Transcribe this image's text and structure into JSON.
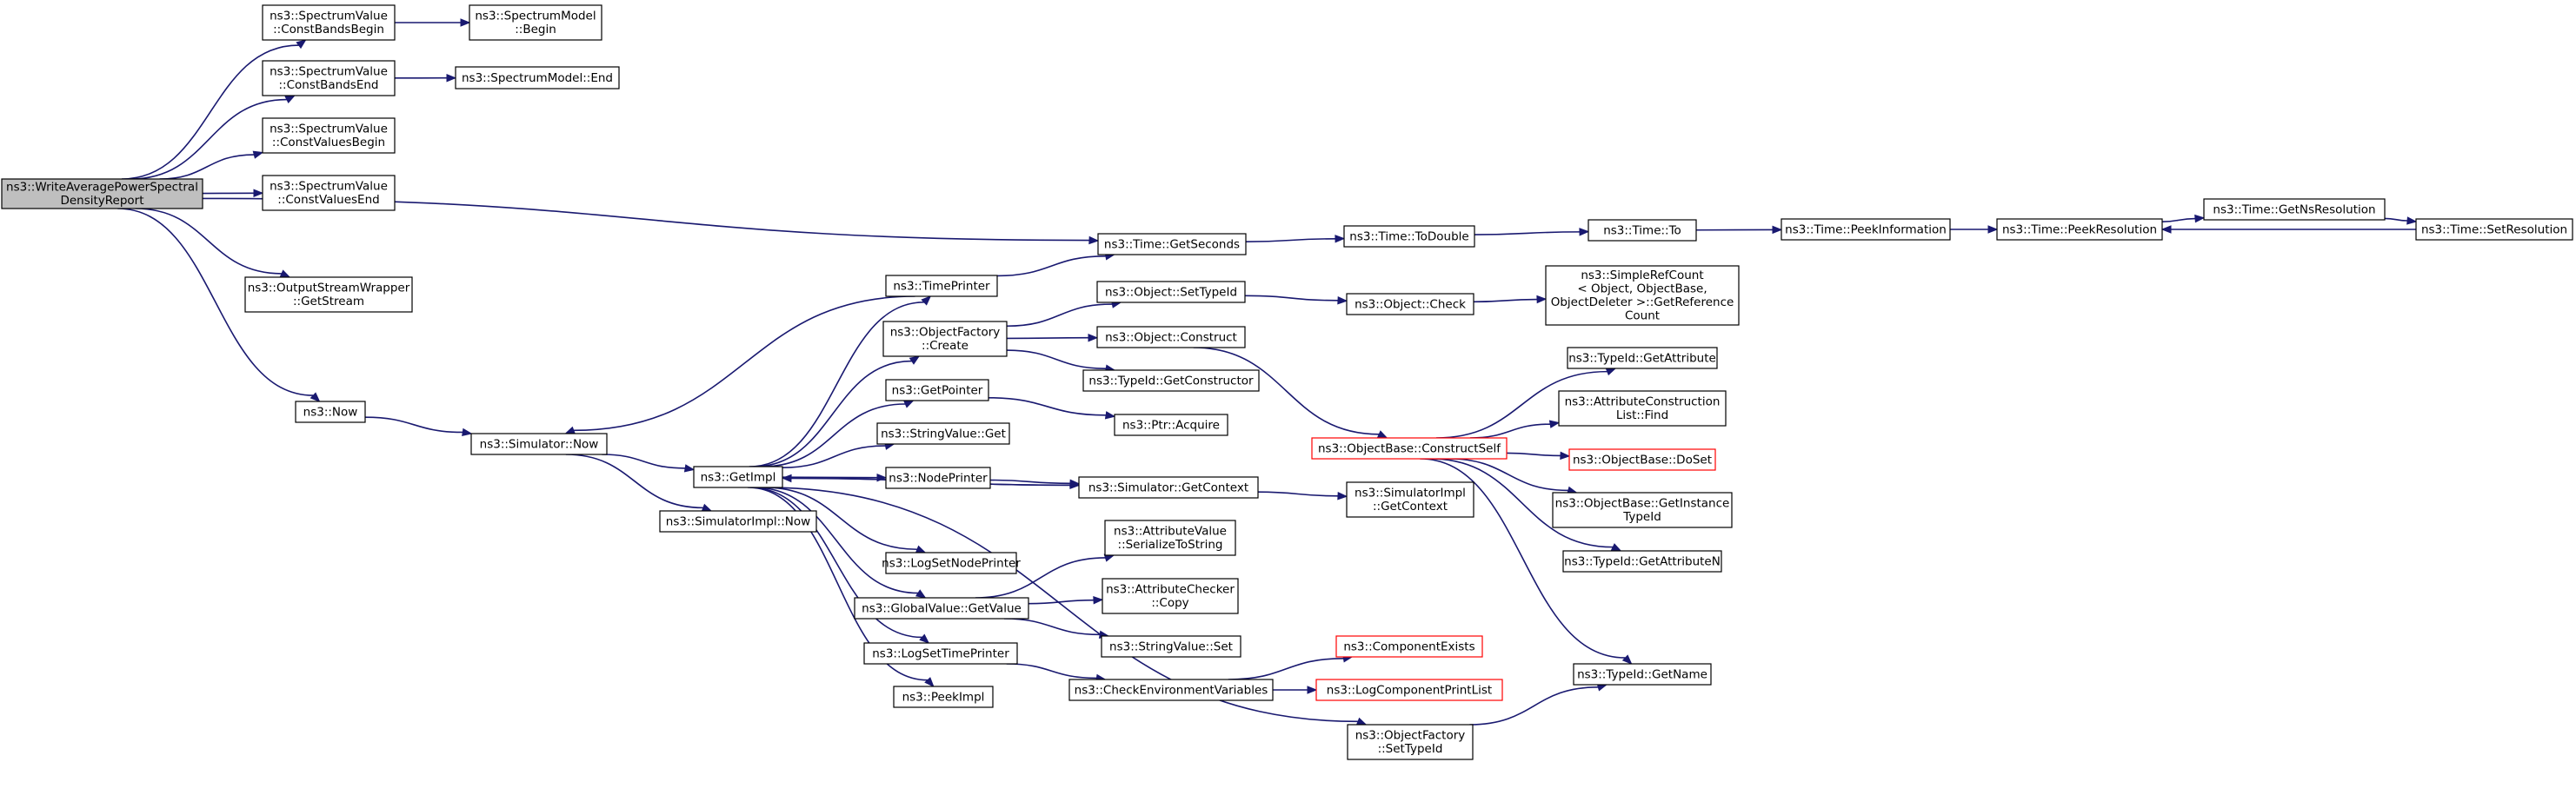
{
  "nodes": [
    {
      "id": "root",
      "lines": [
        "ns3::WriteAveragePowerSpectral",
        "DensityReport"
      ]
    },
    {
      "id": "cbb",
      "lines": [
        "ns3::SpectrumValue",
        "::ConstBandsBegin"
      ]
    },
    {
      "id": "smb",
      "lines": [
        "ns3::SpectrumModel",
        "::Begin"
      ]
    },
    {
      "id": "cbe",
      "lines": [
        "ns3::SpectrumValue",
        "::ConstBandsEnd"
      ]
    },
    {
      "id": "sme",
      "lines": [
        "ns3::SpectrumModel::End"
      ]
    },
    {
      "id": "cvb",
      "lines": [
        "ns3::SpectrumValue",
        "::ConstValuesBegin"
      ]
    },
    {
      "id": "cve",
      "lines": [
        "ns3::SpectrumValue",
        "::ConstValuesEnd"
      ]
    },
    {
      "id": "osw",
      "lines": [
        "ns3::OutputStreamWrapper",
        "::GetStream"
      ]
    },
    {
      "id": "now",
      "lines": [
        "ns3::Now"
      ]
    },
    {
      "id": "simnow",
      "lines": [
        "ns3::Simulator::Now"
      ]
    },
    {
      "id": "simimplnow",
      "lines": [
        "ns3::SimulatorImpl::Now"
      ]
    },
    {
      "id": "getimpl",
      "lines": [
        "ns3::GetImpl"
      ]
    },
    {
      "id": "timeprinter",
      "lines": [
        "ns3::TimePrinter"
      ]
    },
    {
      "id": "ofcreate",
      "lines": [
        "ns3::ObjectFactory",
        "::Create"
      ]
    },
    {
      "id": "getpointer",
      "lines": [
        "ns3::GetPointer"
      ]
    },
    {
      "id": "svget",
      "lines": [
        "ns3::StringValue::Get"
      ]
    },
    {
      "id": "nodeprinter",
      "lines": [
        "ns3::NodePrinter"
      ]
    },
    {
      "id": "logsetnode",
      "lines": [
        "ns3::LogSetNodePrinter"
      ]
    },
    {
      "id": "gvget",
      "lines": [
        "ns3::GlobalValue::GetValue"
      ]
    },
    {
      "id": "logsettime",
      "lines": [
        "ns3::LogSetTimePrinter"
      ]
    },
    {
      "id": "peekimpl",
      "lines": [
        "ns3::PeekImpl"
      ]
    },
    {
      "id": "getseconds",
      "lines": [
        "ns3::Time::GetSeconds"
      ]
    },
    {
      "id": "objsettypeid",
      "lines": [
        "ns3::Object::SetTypeId"
      ]
    },
    {
      "id": "objconstruct",
      "lines": [
        "ns3::Object::Construct"
      ]
    },
    {
      "id": "tidgetctor",
      "lines": [
        "ns3::TypeId::GetConstructor"
      ]
    },
    {
      "id": "ptracquire",
      "lines": [
        "ns3::Ptr::Acquire"
      ]
    },
    {
      "id": "simgetctx",
      "lines": [
        "ns3::Simulator::GetContext"
      ]
    },
    {
      "id": "avser",
      "lines": [
        "ns3::AttributeValue",
        "::SerializeToString"
      ]
    },
    {
      "id": "accopy",
      "lines": [
        "ns3::AttributeChecker",
        "::Copy"
      ]
    },
    {
      "id": "svset",
      "lines": [
        "ns3::StringValue::Set"
      ]
    },
    {
      "id": "checkenv",
      "lines": [
        "ns3::CheckEnvironmentVariables"
      ]
    },
    {
      "id": "ofsettypeid",
      "lines": [
        "ns3::ObjectFactory",
        "::SetTypeId"
      ]
    },
    {
      "id": "todouble",
      "lines": [
        "ns3::Time::ToDouble"
      ]
    },
    {
      "id": "objcheck",
      "lines": [
        "ns3::Object::Check"
      ]
    },
    {
      "id": "obconstructself",
      "lines": [
        "ns3::ObjectBase::ConstructSelf"
      ],
      "red": true
    },
    {
      "id": "simimplctx",
      "lines": [
        "ns3::SimulatorImpl",
        "::GetContext"
      ]
    },
    {
      "id": "compexists",
      "lines": [
        "ns3::ComponentExists"
      ],
      "red": true
    },
    {
      "id": "logcomplist",
      "lines": [
        "ns3::LogComponentPrintList"
      ],
      "red": true
    },
    {
      "id": "timeto",
      "lines": [
        "ns3::Time::To"
      ]
    },
    {
      "id": "srcgetref",
      "lines": [
        "ns3::SimpleRefCount",
        "< Object, ObjectBase,",
        " ObjectDeleter >::GetReference",
        "Count"
      ]
    },
    {
      "id": "tidgetattr",
      "lines": [
        "ns3::TypeId::GetAttribute"
      ]
    },
    {
      "id": "acfind",
      "lines": [
        "ns3::AttributeConstruction",
        "List::Find"
      ]
    },
    {
      "id": "obdoset",
      "lines": [
        "ns3::ObjectBase::DoSet"
      ],
      "red": true
    },
    {
      "id": "obgetinst",
      "lines": [
        "ns3::ObjectBase::GetInstance",
        "TypeId"
      ]
    },
    {
      "id": "tidgetattrn",
      "lines": [
        "ns3::TypeId::GetAttributeN"
      ]
    },
    {
      "id": "tidgetname",
      "lines": [
        "ns3::TypeId::GetName"
      ]
    },
    {
      "id": "peekinfo",
      "lines": [
        "ns3::Time::PeekInformation"
      ]
    },
    {
      "id": "peekres",
      "lines": [
        "ns3::Time::PeekResolution"
      ]
    },
    {
      "id": "getnsres",
      "lines": [
        "ns3::Time::GetNsResolution"
      ]
    },
    {
      "id": "setres",
      "lines": [
        "ns3::Time::SetResolution"
      ]
    }
  ],
  "edges": [
    [
      "root",
      "cbb"
    ],
    [
      "root",
      "cbe"
    ],
    [
      "root",
      "cvb"
    ],
    [
      "root",
      "cve"
    ],
    [
      "root",
      "getseconds"
    ],
    [
      "root",
      "osw"
    ],
    [
      "root",
      "now"
    ],
    [
      "cbb",
      "smb"
    ],
    [
      "cbe",
      "sme"
    ],
    [
      "now",
      "simnow"
    ],
    [
      "simnow",
      "getimpl"
    ],
    [
      "simnow",
      "simimplnow"
    ],
    [
      "getimpl",
      "timeprinter"
    ],
    [
      "getimpl",
      "ofcreate"
    ],
    [
      "getimpl",
      "getpointer"
    ],
    [
      "getimpl",
      "svget"
    ],
    [
      "getimpl",
      "nodeprinter"
    ],
    [
      "getimpl",
      "simgetctx"
    ],
    [
      "getimpl",
      "logsetnode"
    ],
    [
      "getimpl",
      "gvget"
    ],
    [
      "getimpl",
      "logsettime"
    ],
    [
      "getimpl",
      "peekimpl"
    ],
    [
      "getimpl",
      "ofsettypeid"
    ],
    [
      "timeprinter",
      "simnow"
    ],
    [
      "timeprinter",
      "getseconds"
    ],
    [
      "ofcreate",
      "objsettypeid"
    ],
    [
      "ofcreate",
      "objconstruct"
    ],
    [
      "ofcreate",
      "tidgetctor"
    ],
    [
      "getpointer",
      "ptracquire"
    ],
    [
      "nodeprinter",
      "simgetctx"
    ],
    [
      "simgetctx",
      "getimpl"
    ],
    [
      "simgetctx",
      "simimplctx"
    ],
    [
      "gvget",
      "avser"
    ],
    [
      "gvget",
      "accopy"
    ],
    [
      "gvget",
      "svset"
    ],
    [
      "logsettime",
      "checkenv"
    ],
    [
      "checkenv",
      "compexists"
    ],
    [
      "checkenv",
      "logcomplist"
    ],
    [
      "ofsettypeid",
      "tidgetname"
    ],
    [
      "getseconds",
      "todouble"
    ],
    [
      "objsettypeid",
      "objcheck"
    ],
    [
      "objconstruct",
      "obconstructself"
    ],
    [
      "objcheck",
      "srcgetref"
    ],
    [
      "obconstructself",
      "tidgetattr"
    ],
    [
      "obconstructself",
      "acfind"
    ],
    [
      "obconstructself",
      "obdoset"
    ],
    [
      "obconstructself",
      "obgetinst"
    ],
    [
      "obconstructself",
      "tidgetattrn"
    ],
    [
      "obconstructself",
      "tidgetname"
    ],
    [
      "todouble",
      "timeto"
    ],
    [
      "timeto",
      "peekinfo"
    ],
    [
      "peekinfo",
      "peekres"
    ],
    [
      "peekres",
      "getnsres"
    ],
    [
      "getnsres",
      "setres"
    ],
    [
      "setres",
      "peekres"
    ]
  ]
}
